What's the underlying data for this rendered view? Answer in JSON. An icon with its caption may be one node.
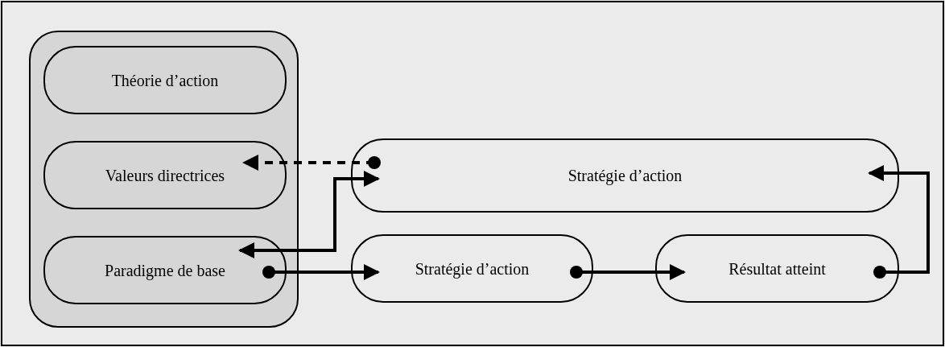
{
  "diagram": {
    "nodes": [
      {
        "text": [],
        "shape": "box"
      },
      {
        "text": [
          "Théorie d’action"
        ],
        "in": 0
      },
      {
        "text": [
          "Valeurs directrices"
        ],
        "in": 0
      },
      {
        "text": [
          "Paradigme de base"
        ],
        "in": 0
      },
      {
        "text": [
          "Stratégie d’action"
        ]
      },
      {
        "text": [
          "Stratégie d’action"
        ]
      },
      {
        "text": [
          "Résultat atteint"
        ]
      }
    ],
    "edges": [
      {
        "from": 4,
        "to": 2,
        "arrow": "to",
        "style": "dashed"
      },
      {
        "from": 4,
        "to": 3,
        "arrow": "both"
      },
      {
        "from": 3,
        "to": 5,
        "arrow": "to"
      },
      {
        "from": 5,
        "to": 6,
        "arrow": "to"
      },
      {
        "from": 6,
        "to": 4,
        "arrow": "to"
      }
    ]
  }
}
